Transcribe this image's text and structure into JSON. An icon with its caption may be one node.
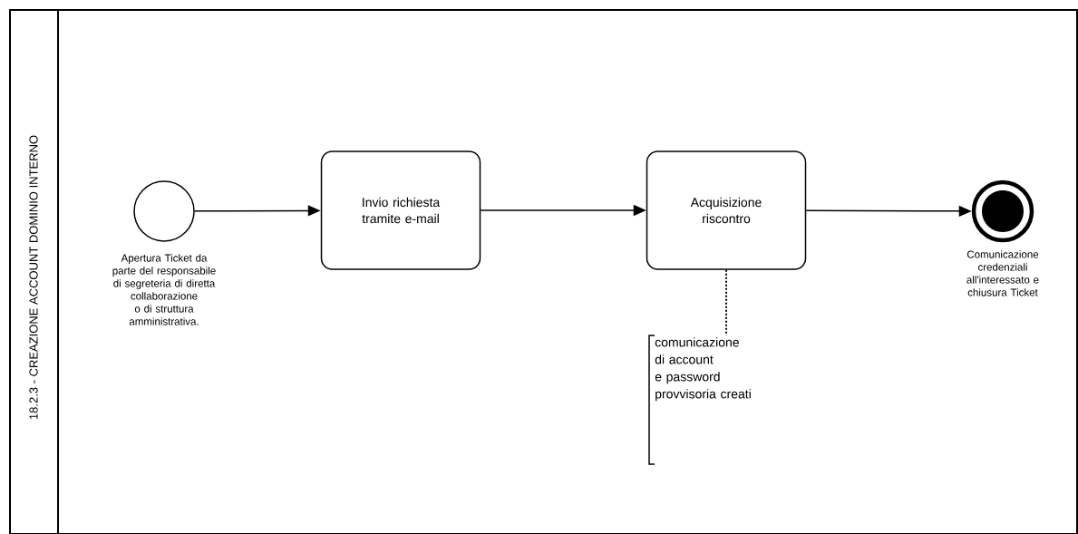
{
  "diagram": {
    "nodes": [
      {
        "text": [
          "18.2.3 - CREAZIONE ACCOUNT DOMINIO INTERNO"
        ]
      },
      {
        "text": [],
        "shape": "circle",
        "in": 0,
        "beside": [
          "Apertura Ticket da parte del responsabile di segreteria di diretta collaborazione o di struttura amministrativa."
        ]
      },
      {
        "text": [
          "Invio richiesta tramite e-mail"
        ],
        "in": 0
      },
      {
        "text": [
          "Acquisizione riscontro"
        ],
        "in": 0
      },
      {
        "text": [],
        "shape": "circle",
        "in": 0,
        "beside": [
          "Comunicazione credenziali all'interessato e chiusura Ticket"
        ]
      },
      {
        "text": [
          "comunicazione di account e password provvisoria creati"
        ],
        "in": 0
      }
    ],
    "edges": [
      {
        "from": 1,
        "to": 2,
        "arrow": "to"
      },
      {
        "from": 2,
        "to": 3,
        "arrow": "to"
      },
      {
        "from": 3,
        "to": 4,
        "arrow": "to"
      },
      {
        "from": 3,
        "to": 5,
        "arrow": "none",
        "style": "dashed"
      }
    ]
  }
}
